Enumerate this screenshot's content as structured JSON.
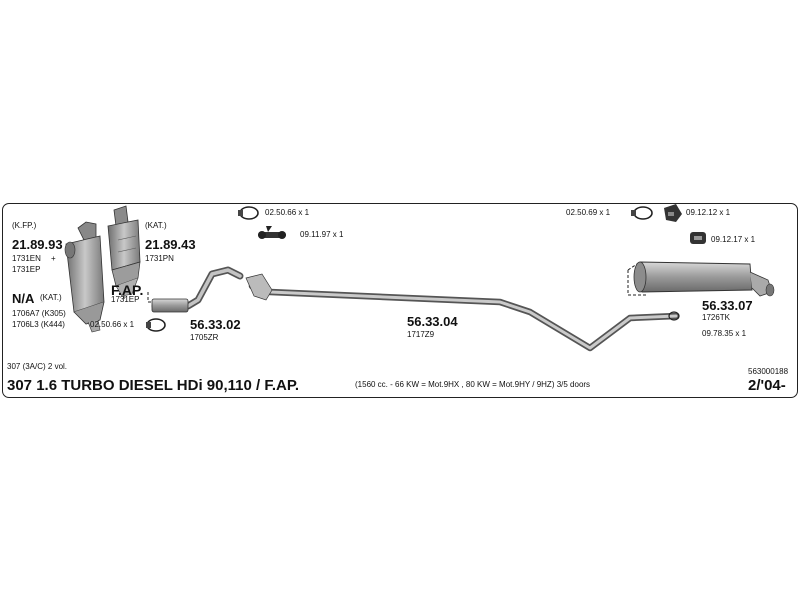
{
  "labels": {
    "kfp": "(K.FP.)",
    "kfp_part": "21.89.93",
    "kfp_ref1": "1731EN",
    "kfp_plus": "+",
    "kfp_ref2": "1731EP",
    "kat": "(KAT.)",
    "kat_part": "21.89.43",
    "kat_ref": "1731PN",
    "na": "N/A",
    "na_kat": "(KAT.)",
    "na_ref1": "1706A7 (K305)",
    "na_ref2": "1706L3 (K444)",
    "fap": "F.AP.",
    "fap_ref": "1731EP",
    "clamp_left": "02.50.66 x 1",
    "clamp_top": "02.50.66 x 1",
    "mount_top": "09.11.97 x 1",
    "pipe1_part": "56.33.02",
    "pipe1_ref": "1705ZR",
    "pipe2_part": "56.33.04",
    "pipe2_ref": "1717Z9",
    "clamp_right": "02.50.69 x 1",
    "mount_right1": "09.12.12 x 1",
    "mount_right2": "09.12.17 x 1",
    "muffler_part": "56.33.07",
    "muffler_ref": "1726TK",
    "extra_part": "09.78.35 x 1"
  },
  "footer": {
    "model_info": "307 (3A/C) 2  vol.",
    "title": "307  1.6 TURBO DIESEL HDi 90,110 / F.AP.",
    "specs": "(1560 cc. - 66 KW = Mot.9HX , 80 KW = Mot.9HY / 9HZ)   3/5 doors",
    "code": "563000188",
    "date": "2/'04-"
  }
}
